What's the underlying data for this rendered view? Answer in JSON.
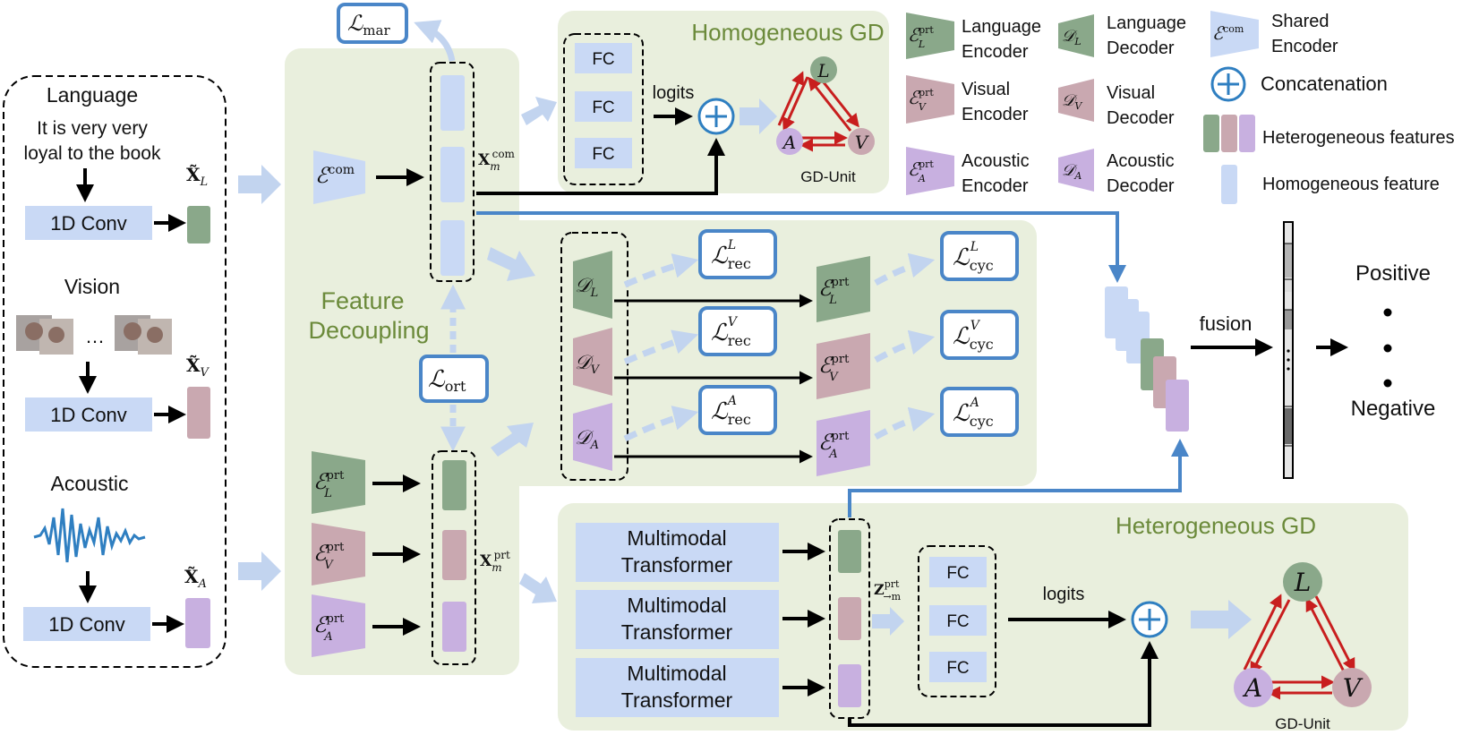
{
  "colors": {
    "panel_bg": "#e9efdd",
    "homogeneous": "#c9d9f5",
    "language": "#8aa88a",
    "visual": "#c9a8b0",
    "acoustic": "#c8b0e0",
    "loss_border": "#4a86c8",
    "arrow_light": "#c2d4ef",
    "arrow_blue": "#4a86c8",
    "gd_red": "#c81e1e",
    "title_green": "#6b8a3a"
  },
  "inputs": {
    "language_title": "Language",
    "language_text_1": "It is very very",
    "language_text_2": "loyal to the book",
    "vision_title": "Vision",
    "vision_ellipsis": "…",
    "acoustic_title": "Acoustic",
    "conv_label": "1D Conv",
    "x_lang": "X̃",
    "x_lang_sub": "L",
    "x_vis": "X̃",
    "x_vis_sub": "V",
    "x_aco": "X̃",
    "x_aco_sub": "A"
  },
  "decoupling": {
    "title_1": "Feature",
    "title_2": "Decoupling",
    "enc_com": "ℰ",
    "enc_com_sup": "com",
    "x_com": "X",
    "x_com_sub": "m",
    "x_com_sup": "com",
    "x_prt": "X",
    "x_prt_sub": "m",
    "x_prt_sup": "prt",
    "enc_prt_L": "ℰ",
    "enc_prt_V": "ℰ",
    "enc_prt_A": "ℰ",
    "prt_sup": "prt",
    "sub_L": "L",
    "sub_V": "V",
    "sub_A": "A"
  },
  "losses": {
    "mar": "ℒ",
    "mar_sub": "mar",
    "ort": "ℒ",
    "ort_sub": "ort",
    "rec_L": "ℒ",
    "rec_sub": "rec",
    "cyc_sub": "cyc",
    "sup_L": "L",
    "sup_V": "V",
    "sup_A": "A"
  },
  "reconstruction": {
    "dec_L": "𝒟",
    "dec_V": "𝒟",
    "dec_A": "𝒟",
    "sub_L": "L",
    "sub_V": "V",
    "sub_A": "A"
  },
  "homogeneous_gd": {
    "title": "Homogeneous GD",
    "fc": "FC",
    "logits": "logits",
    "unit_label": "GD-Unit",
    "node_L": "L",
    "node_V": "V",
    "node_A": "A"
  },
  "heterogeneous_gd": {
    "title": "Heterogeneous GD",
    "transformer_1": "Multimodal",
    "transformer_2": "Transformer",
    "fc": "FC",
    "logits": "logits",
    "z_label": "Z",
    "z_sup": "prt",
    "z_sub": "→m",
    "unit_label": "GD-Unit",
    "node_L": "L",
    "node_V": "V",
    "node_A": "A"
  },
  "output": {
    "fusion": "fusion",
    "positive": "Positive",
    "negative": "Negative"
  },
  "legend": {
    "lang_enc_1": "Language",
    "lang_enc_2": "Encoder",
    "lang_dec_1": "Language",
    "lang_dec_2": "Decoder",
    "shared_enc_1": "Shared",
    "shared_enc_2": "Encoder",
    "vis_enc_1": "Visual",
    "vis_enc_2": "Encoder",
    "vis_dec_1": "Visual",
    "vis_dec_2": "Decoder",
    "concat": "Concatenation",
    "aco_enc_1": "Acoustic",
    "aco_enc_2": "Encoder",
    "aco_dec_1": "Acoustic",
    "aco_dec_2": "Decoder",
    "hetero": "Heterogeneous features",
    "homo": "Homogeneous feature",
    "sym_E": "ℰ",
    "sym_D": "𝒟",
    "sym_prt": "prt",
    "sym_com": "com",
    "sub_L": "L",
    "sub_V": "V",
    "sub_A": "A"
  }
}
